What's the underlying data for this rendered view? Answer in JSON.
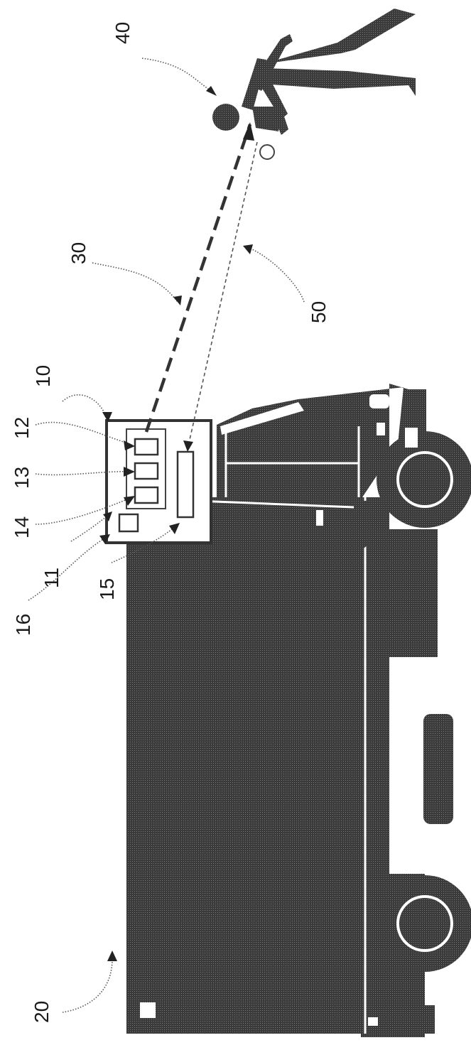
{
  "figure": {
    "labels": {
      "vehicle": "20",
      "device": "10",
      "housing": "11",
      "unit_a": "12",
      "unit_b": "13",
      "unit_c": "14",
      "receiver": "15",
      "small_box": "16",
      "outgoing_beam": "30",
      "person": "40",
      "return_beam": "50"
    }
  }
}
